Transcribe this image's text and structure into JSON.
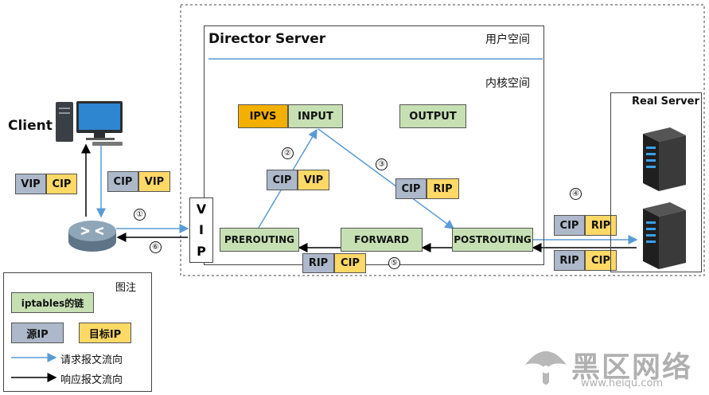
{
  "director": {
    "title": "Director Server",
    "user_space": "用户空间",
    "kernel_space": "内核空间"
  },
  "real_server": {
    "title": "Real Server"
  },
  "client": {
    "label": "Client"
  },
  "vip_bar": {
    "letters": [
      "V",
      "I",
      "P"
    ]
  },
  "chains": {
    "ipvs": "IPVS",
    "input": "INPUT",
    "output": "OUTPUT",
    "prerouting": "PREROUTING",
    "forward": "FORWARD",
    "postrouting": "POSTROUTING"
  },
  "packets": {
    "client_out": {
      "src": "CIP",
      "dst": "VIP"
    },
    "client_in": {
      "src": "VIP",
      "dst": "CIP"
    },
    "step2": {
      "src": "CIP",
      "dst": "VIP"
    },
    "step3": {
      "src": "CIP",
      "dst": "RIP"
    },
    "to_rs": {
      "src": "CIP",
      "dst": "RIP"
    },
    "from_rs": {
      "src": "RIP",
      "dst": "CIP"
    },
    "step5": {
      "src": "RIP",
      "dst": "CIP"
    }
  },
  "steps": [
    "①",
    "②",
    "③",
    "④",
    "⑤",
    "⑥"
  ],
  "legend": {
    "title": "图注",
    "chain": "iptables的链",
    "src": "源IP",
    "dst": "目标IP",
    "request": "请求报文流向",
    "response": "响应报文流向"
  },
  "watermark": {
    "brand": "黑区网络",
    "url": "www.heiqu.com"
  },
  "colors": {
    "chain": "#c6e0b4",
    "ipvs": "#f4b000",
    "source_ip": "#adb9ca",
    "dest_ip": "#ffd966",
    "request_arrow": "#5b9bd5",
    "response_arrow": "#000000"
  }
}
